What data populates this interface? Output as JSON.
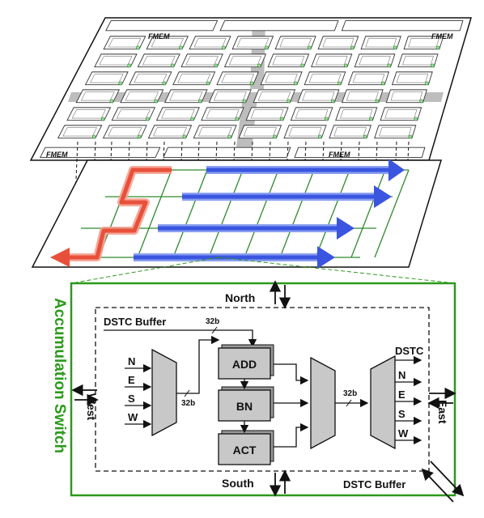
{
  "chip": {
    "fmem_top_left": "FMEM",
    "fmem_top_right": "FMEM",
    "fmem_bottom_left": "FMEM",
    "fmem_bottom_right": "FMEM"
  },
  "switch": {
    "title": "Accumulation Switch",
    "north": "North",
    "south": "South",
    "west": "West",
    "east": "East",
    "dstc_buffer_top": "DSTC Buffer",
    "dstc_buffer_bottom": "DSTC Buffer",
    "width_top": "32b",
    "width_left": "32b",
    "width_right": "32b",
    "inputs": [
      "N",
      "E",
      "S",
      "W"
    ],
    "outputs": [
      "N",
      "E",
      "S",
      "W"
    ],
    "dstc_out": "DSTC",
    "blocks": {
      "add": "ADD",
      "bn": "BN",
      "act": "ACT"
    }
  },
  "colors": {
    "accent_green": "#2a9a1a",
    "path_red": "#e8503a",
    "path_blue": "#3a55e0",
    "grid_green": "#2f8a2f",
    "block_gray": "#c8c8c8"
  }
}
